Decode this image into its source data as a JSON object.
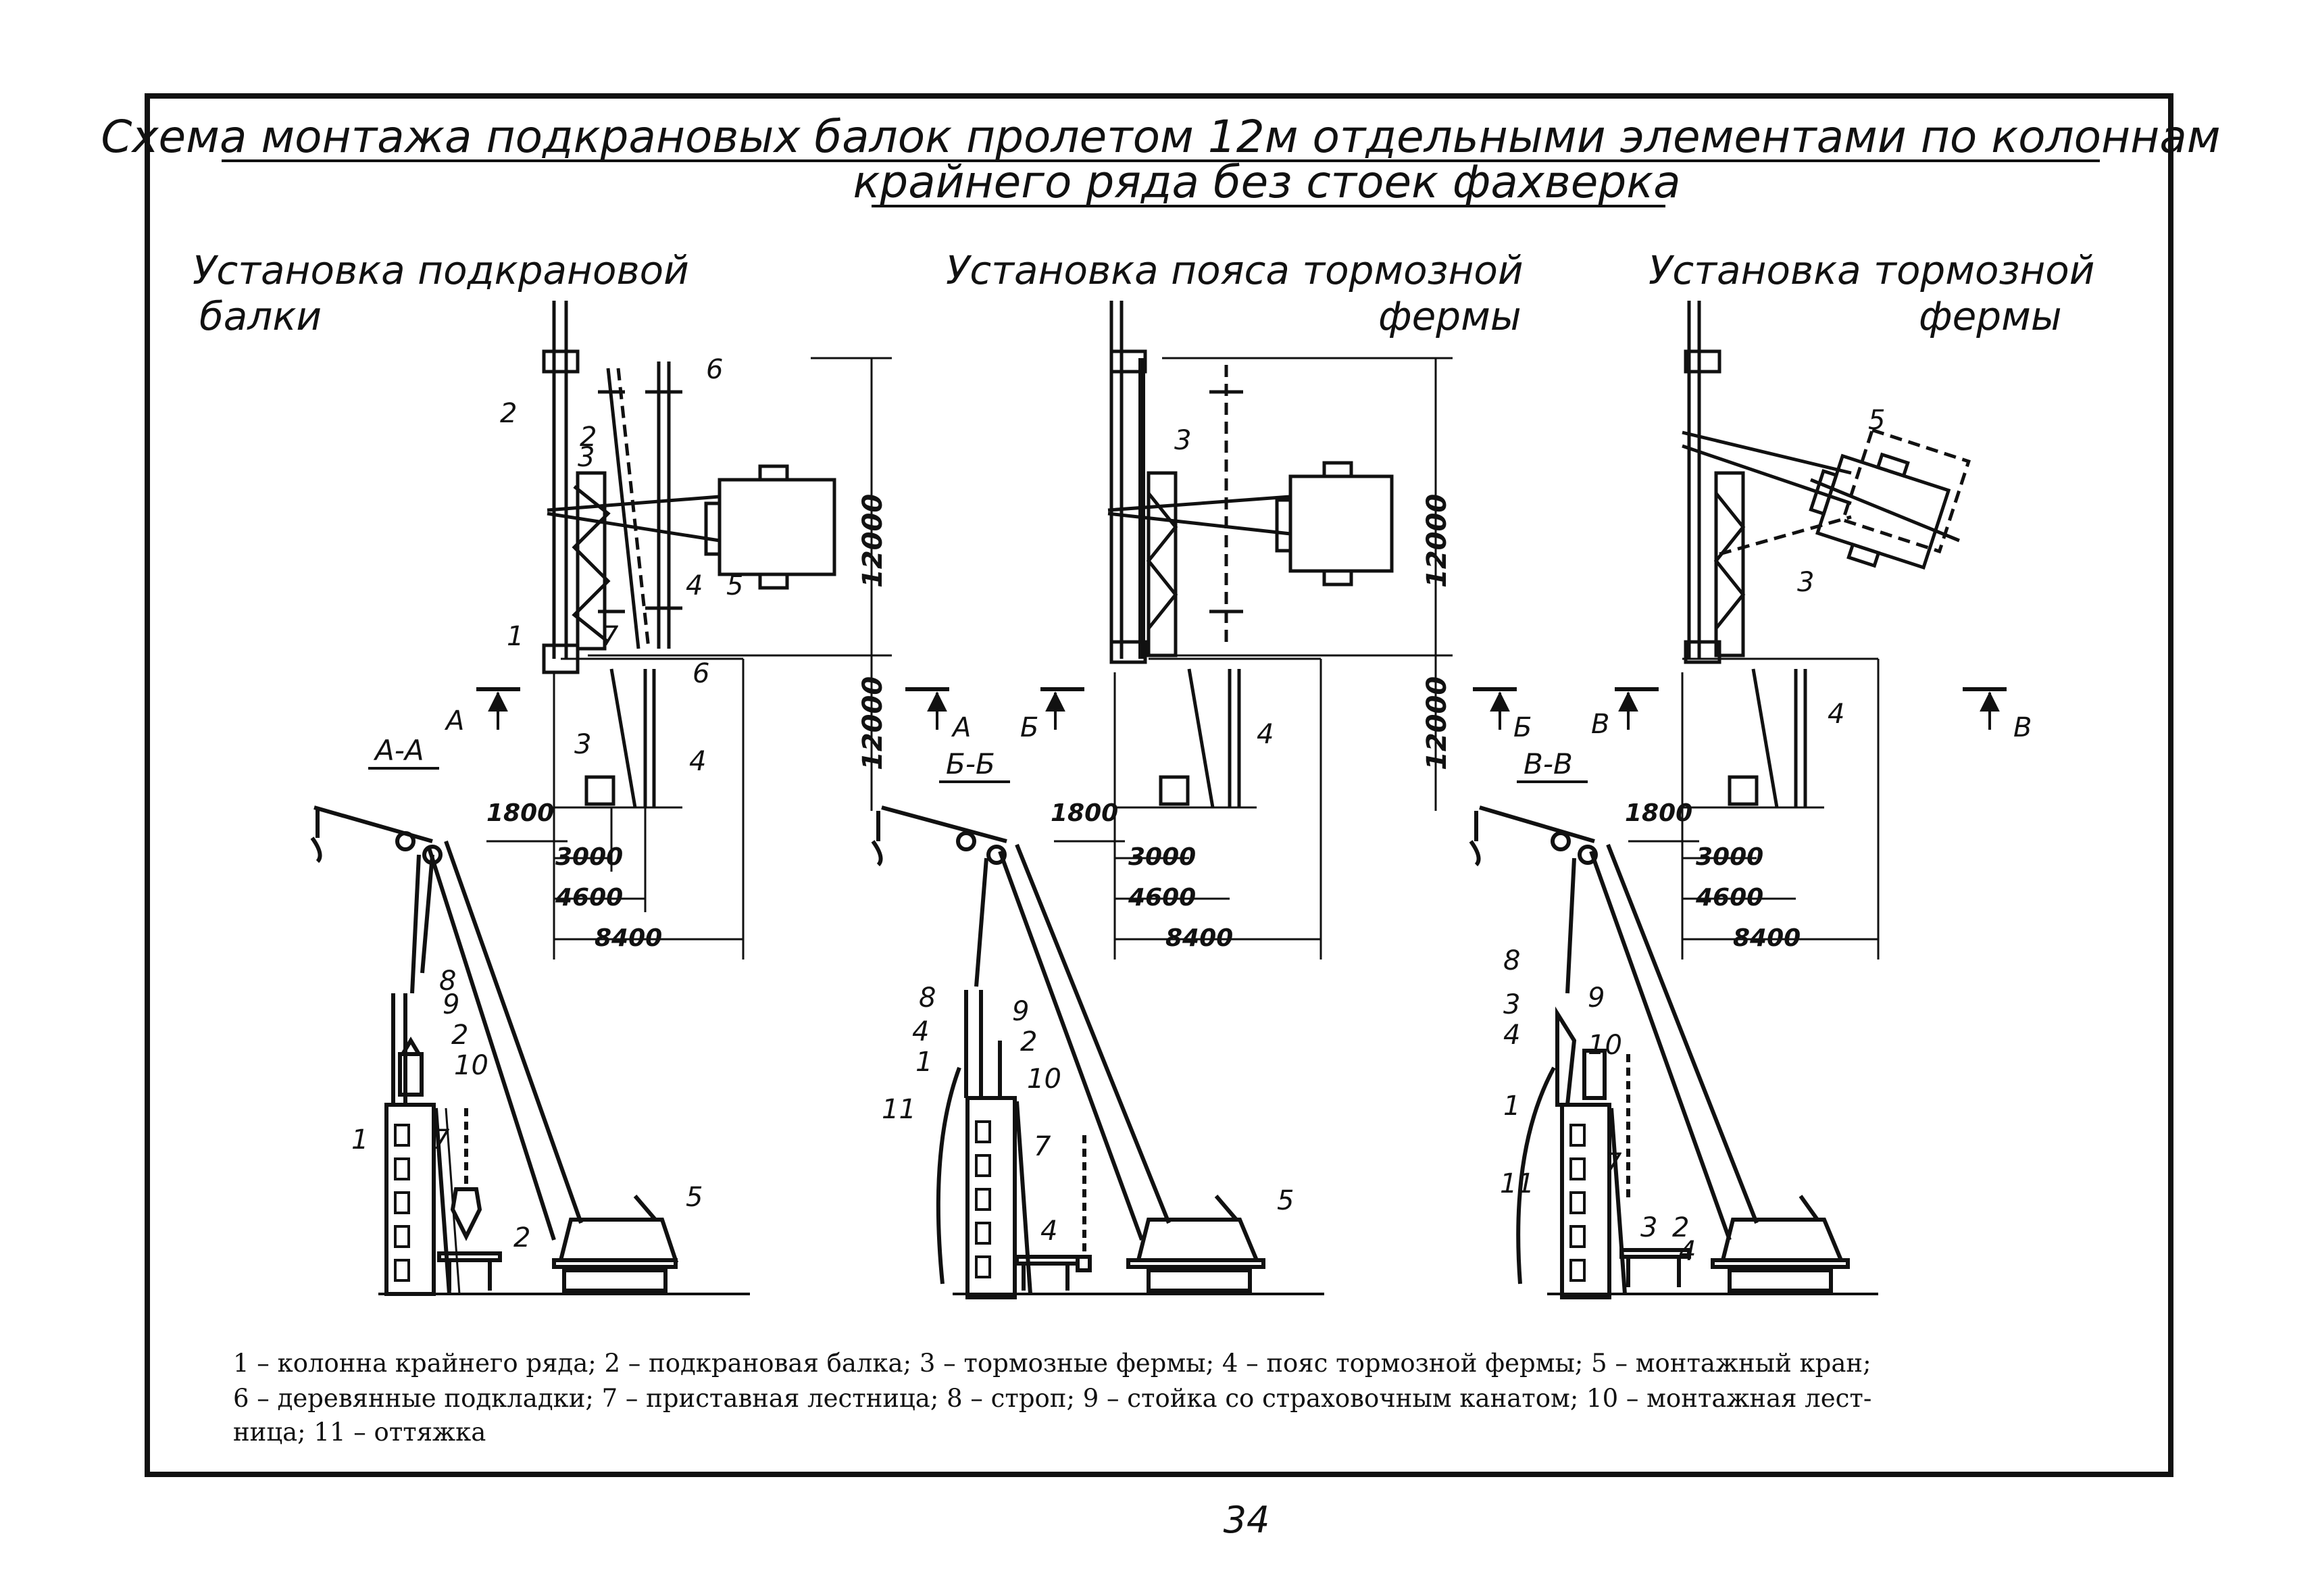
{
  "title": {
    "line1": "Схема монтажа подкрановых балок пролетом 12м отдельными элементами по колоннам",
    "line2": "крайнего ряда без стоек фахверка"
  },
  "panels": [
    {
      "heading1": "Установка подкрановой",
      "heading2": "балки",
      "section": "А-А",
      "cut": "А"
    },
    {
      "heading1": "Установка пояса тормозной",
      "heading2": "фермы",
      "section": "Б-Б",
      "cut": "Б"
    },
    {
      "heading1": "Установка тормозной",
      "heading2": "фермы",
      "section": "В-В",
      "cut": "В"
    }
  ],
  "dimensions": {
    "span": "12000",
    "d1800": "1800",
    "d3000": "3000",
    "d4600": "4600",
    "d8400": "8400"
  },
  "callouts": [
    "1",
    "2",
    "3",
    "4",
    "5",
    "6",
    "7",
    "8",
    "9",
    "10",
    "11"
  ],
  "legend": {
    "line1": "1 – колонна крайнего ряда;  2 – подкрановая балка;  3 – тормозные фермы;  4 – пояс тормозной фермы;  5 – монтажный кран;",
    "line2": "6 – деревянные подкладки;  7 – приставная лестница;  8 – строп;  9 – стойка со страховочным канатом;  10 – монтажная лест-",
    "line3": "ница;  11 – оттяжка"
  },
  "page_number": "34"
}
